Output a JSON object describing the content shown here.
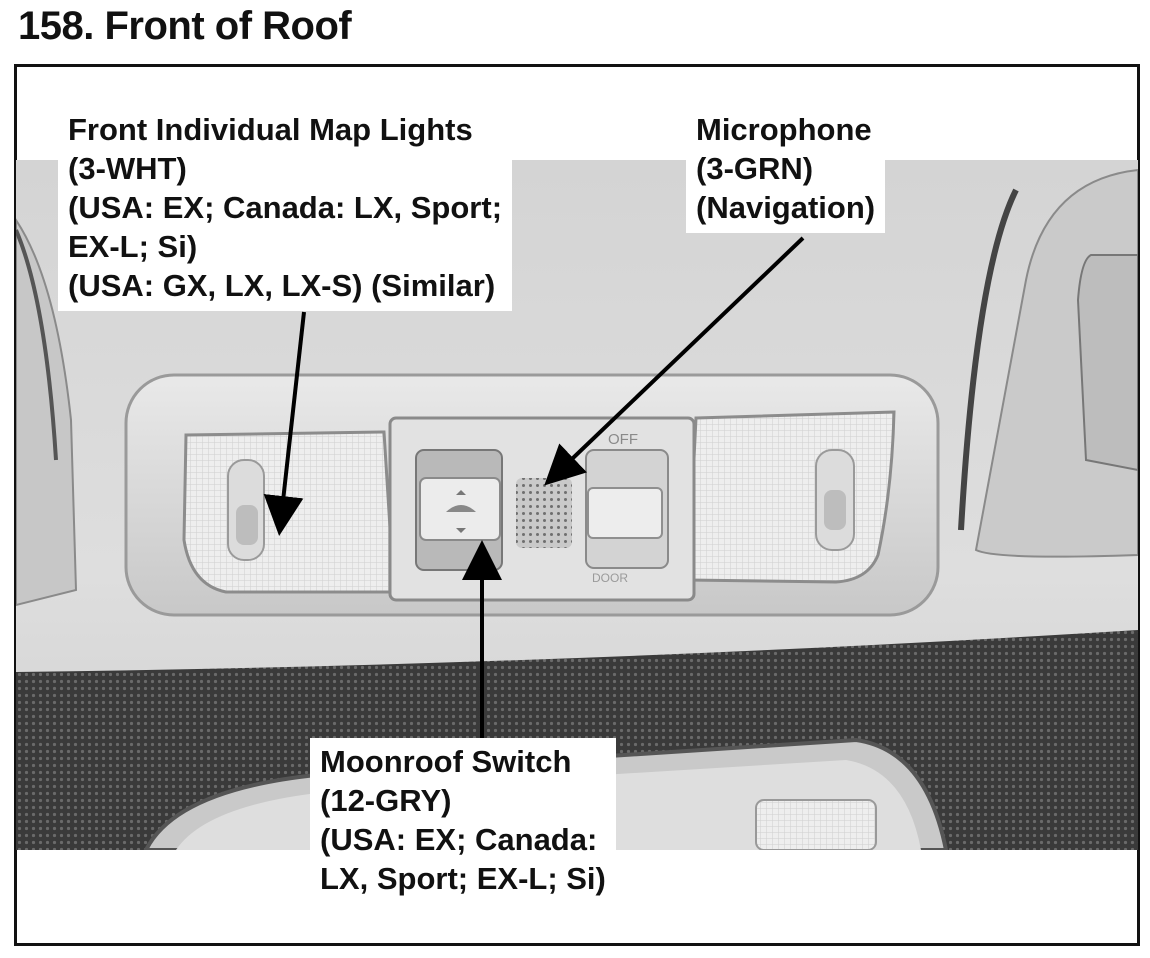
{
  "page_title": "158. Front of Roof",
  "callouts": {
    "map_lights": [
      "Front Individual Map Lights",
      "(3-WHT)",
      "(USA: EX; Canada: LX, Sport;",
      "EX-L; Si)",
      "(USA: GX, LX, LX-S) (Similar)"
    ],
    "microphone": [
      "Microphone",
      "(3-GRN)",
      "(Navigation)"
    ],
    "moonroof_switch": [
      "Moonroof Switch",
      "(12-GRY)",
      "(USA: EX; Canada:",
      "LX, Sport; EX-L; Si)"
    ]
  },
  "photo_labels": {
    "switch_off": "OFF",
    "switch_door": "DOOR"
  }
}
